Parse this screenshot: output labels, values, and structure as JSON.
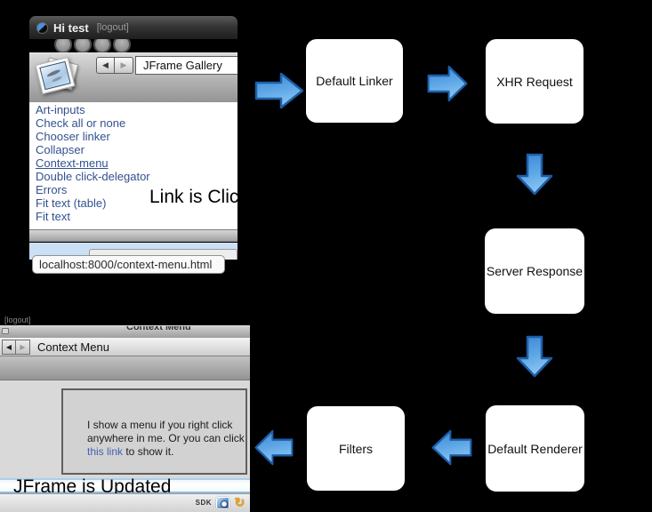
{
  "flow": {
    "boxes": [
      "Default Linker",
      "XHR Request",
      "Server Response",
      "Default Renderer",
      "Filters"
    ],
    "arrow_fill_top": "#3c86d3",
    "arrow_fill_bottom": "#8ac4f1",
    "arrow_border": "#1c5fa8"
  },
  "annotations": {
    "link_clicked": "Link is Click",
    "jframe_updated": "JFrame is Updated"
  },
  "glyphs": {
    "back": "◀",
    "forward": "▶",
    "refresh": "↻"
  },
  "gallery_window": {
    "title": "Hi test",
    "logout_label": "[logout]",
    "nav_title": "JFrame Gallery",
    "links": [
      "Art-inputs",
      "Check all or none",
      "Chooser linker",
      "Collapser",
      "Context-menu",
      "Double click-delegator",
      "Errors",
      "Fit text (table)",
      "Fit text"
    ],
    "url_tooltip": "localhost:8000/context-menu.html"
  },
  "context_window": {
    "logout_label": "[logout]",
    "clipped_title": "Context Menu",
    "nav_title": "Context Menu",
    "demo_line1": "I show a menu if you right click",
    "demo_line2": "anywhere in me. Or you can click",
    "demo_link": "this link",
    "demo_line3_rest": " to show it.",
    "sdk_label": "SDK"
  }
}
